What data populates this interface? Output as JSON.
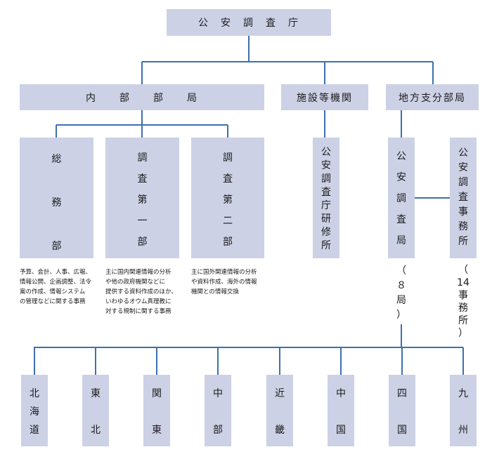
{
  "top": {
    "title": "公　安　調　査　庁"
  },
  "level1": {
    "naibu": "内　　部　　部　　局",
    "shisetsu": "施設等機関",
    "chiho": "地方支分部局"
  },
  "naibu_units": [
    {
      "label": [
        "総",
        "務",
        "部"
      ],
      "desc": [
        "予算、会計、人事、広報、",
        "情報公開、企画調整、法令",
        "案の作成、情報システム",
        "の管理などに関する事務"
      ]
    },
    {
      "label": [
        "調",
        "査",
        "第",
        "一",
        "部"
      ],
      "desc": [
        "主に国内関連情報の分析",
        "や他の政府機関などに",
        "提供する資料作成のほか、",
        "いわゆるオウム真理教に",
        "対する規制に関する事務"
      ]
    },
    {
      "label": [
        "調",
        "査",
        "第",
        "二",
        "部"
      ],
      "desc": [
        "主に国外関連情報の分析",
        "や資料作成、海外の情報",
        "機関との情報交換"
      ]
    }
  ],
  "shisetsu_units": [
    {
      "label": [
        "公",
        "安",
        "調",
        "査",
        "庁",
        "研",
        "修",
        "所"
      ]
    }
  ],
  "chiho_units": [
    {
      "label": [
        "公",
        "安",
        "調",
        "査",
        "局"
      ],
      "count": [
        "（",
        "８",
        "局",
        "）"
      ]
    },
    {
      "label": [
        "公",
        "安",
        "調",
        "査",
        "事",
        "務",
        "所"
      ],
      "count": [
        "（",
        "14",
        "事",
        "務",
        "所",
        "）"
      ]
    }
  ],
  "regions": [
    {
      "label": [
        "北",
        "海",
        "道"
      ]
    },
    {
      "label": [
        "東",
        "北"
      ]
    },
    {
      "label": [
        "関",
        "東"
      ]
    },
    {
      "label": [
        "中",
        "部"
      ]
    },
    {
      "label": [
        "近",
        "畿"
      ]
    },
    {
      "label": [
        "中",
        "国"
      ]
    },
    {
      "label": [
        "四",
        "国"
      ]
    },
    {
      "label": [
        "九",
        "州"
      ]
    }
  ],
  "colors": {
    "box": "#cdd1e6",
    "line": "#3d6fae"
  }
}
